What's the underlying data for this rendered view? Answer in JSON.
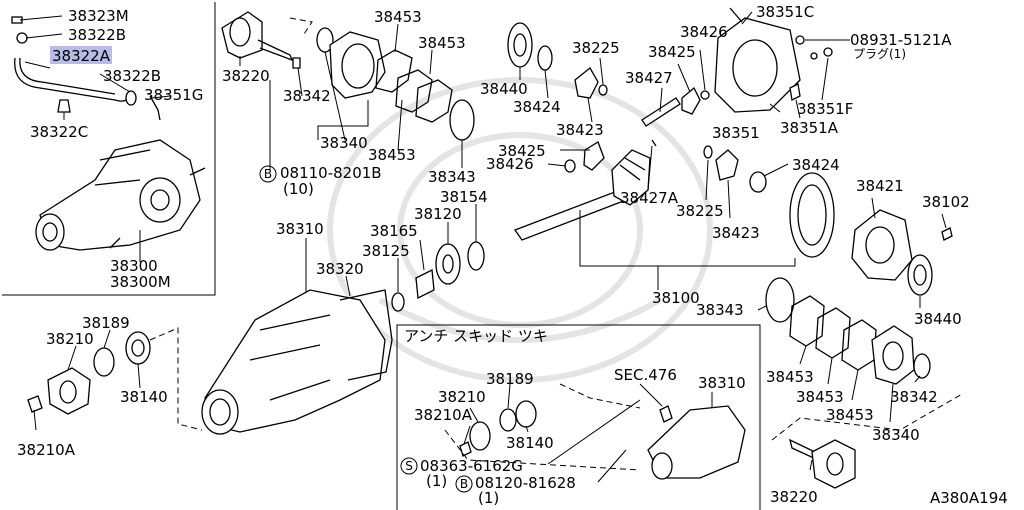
{
  "diagram_id": "A380A194",
  "highlighted_part": "38322A",
  "inset_title": "アンチ スキッド ツキ",
  "labels": {
    "p38323M": "38323M",
    "p38322B_a": "38322B",
    "p38322A": "38322A",
    "p38322B_b": "38322B",
    "p38351G": "38351G",
    "p38322C": "38322C",
    "p38300": "38300",
    "p38300M": "38300M",
    "p38220_top": "38220",
    "p38342_top": "38342",
    "p38340_top": "38340",
    "p38453_a": "38453",
    "p38453_b": "38453",
    "p38453_c": "38453",
    "p38343_top": "38343",
    "bolt_top_code": "08110-8201B",
    "bolt_top_qty": "(10)",
    "p38440_top": "38440",
    "p38424_top": "38424",
    "p38225_top": "38225",
    "p38423_top": "38423",
    "p38425_top": "38425",
    "p38427": "38427",
    "p38426_top": "38426",
    "p38351C": "38351C",
    "plug_code": "08931-5121A",
    "plug_text": "プラグ(1)",
    "p38351": "38351",
    "p38351F": "38351F",
    "p38351A": "38351A",
    "p38425_mid": "38425",
    "p38426_mid": "38426",
    "p38427A": "38427A",
    "p38225_mid": "38225",
    "p38424_mid": "38424",
    "p38423_mid": "38423",
    "p38154": "38154",
    "p38120": "38120",
    "p38165": "38165",
    "p38125": "38125",
    "p38310_main": "38310",
    "p38320": "38320",
    "p38100": "38100",
    "p38421": "38421",
    "p38102": "38102",
    "p38343_right": "38343",
    "p38440_right": "38440",
    "p38189_left": "38189",
    "p38210_left": "38210",
    "p38140_left": "38140",
    "p38210A_left": "38210A",
    "p38189_inset": "38189",
    "p38210_inset": "38210",
    "p38210A_inset": "38210A",
    "p38140_inset": "38140",
    "sec476": "SEC.476",
    "p38310_inset": "38310",
    "screw_code": "08363-6162G",
    "screw_qty": "(1)",
    "bolt_inset_code": "08120-81628",
    "bolt_inset_qty": "(1)",
    "p38453_r1": "38453",
    "p38453_r2": "38453",
    "p38453_r3": "38453",
    "p38342_right": "38342",
    "p38340_right": "38340",
    "p38220_bottom": "38220",
    "marker_b": "B",
    "marker_s": "S"
  }
}
